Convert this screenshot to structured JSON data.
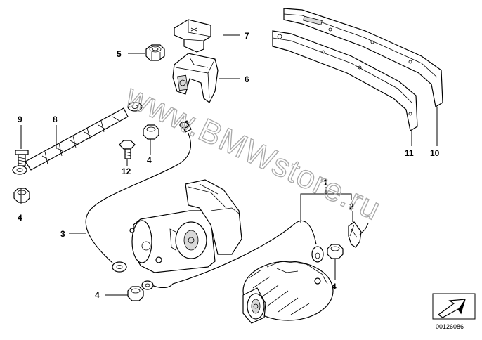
{
  "diagram": {
    "callouts": {
      "c1": "1",
      "c2": "2",
      "c3": "3",
      "c4a": "4",
      "c4b": "4",
      "c4c": "4",
      "c4d": "4",
      "c5": "5",
      "c6": "6",
      "c7": "7",
      "c8": "8",
      "c9": "9",
      "c10": "10",
      "c11": "11",
      "c12": "12"
    },
    "watermark": "www.BMWstore.ru",
    "document_number": "00126086",
    "nav_icon": "arrow-next-icon"
  }
}
